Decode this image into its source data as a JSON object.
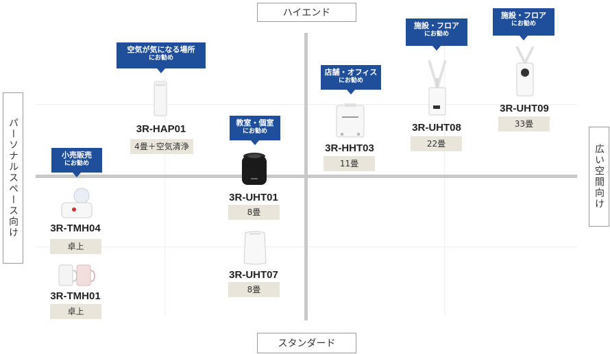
{
  "axes": {
    "top": "ハイエンド",
    "bottom": "スタンダード",
    "left": "パーソナルスペース向け",
    "right": "広い空間向け"
  },
  "products": [
    {
      "id": "hap01",
      "model": "3R-HAP01",
      "tag": "4畳＋空気清浄",
      "callout": "空気が気になる場所",
      "callout_sub": "にお勧め",
      "icon": "slim-cylinder-purifier-icon"
    },
    {
      "id": "uht01",
      "model": "3R-UHT01",
      "tag": "8畳",
      "callout": "教室・個室",
      "callout_sub": "にお勧め",
      "icon": "black-round-humidifier-icon"
    },
    {
      "id": "uht07",
      "model": "3R-UHT07",
      "tag": "8畳",
      "callout": "",
      "callout_sub": "",
      "icon": "white-box-humidifier-icon"
    },
    {
      "id": "hht03",
      "model": "3R-HHT03",
      "tag": "11畳",
      "callout": "店舗・オフィス",
      "callout_sub": "にお勧め",
      "icon": "white-square-humidifier-icon"
    },
    {
      "id": "uht08",
      "model": "3R-UHT08",
      "tag": "22畳",
      "callout": "施設・フロア",
      "callout_sub": "にお勧め",
      "icon": "floor-humidifier-two-nozzle-icon"
    },
    {
      "id": "uht09",
      "model": "3R-UHT09",
      "tag": "33畳",
      "callout": "施設・フロア",
      "callout_sub": "にお勧め",
      "icon": "tall-floor-humidifier-icon"
    },
    {
      "id": "tmh04",
      "model": "3R-TMH04",
      "tag": "卓上",
      "callout": "小売販売",
      "callout_sub": "にお勧め",
      "icon": "desk-humidifier-globe-icon"
    },
    {
      "id": "tmh01",
      "model": "3R-TMH01",
      "tag": "卓上",
      "callout": "",
      "callout_sub": "",
      "icon": "mug-humidifier-pair-icon"
    }
  ]
}
